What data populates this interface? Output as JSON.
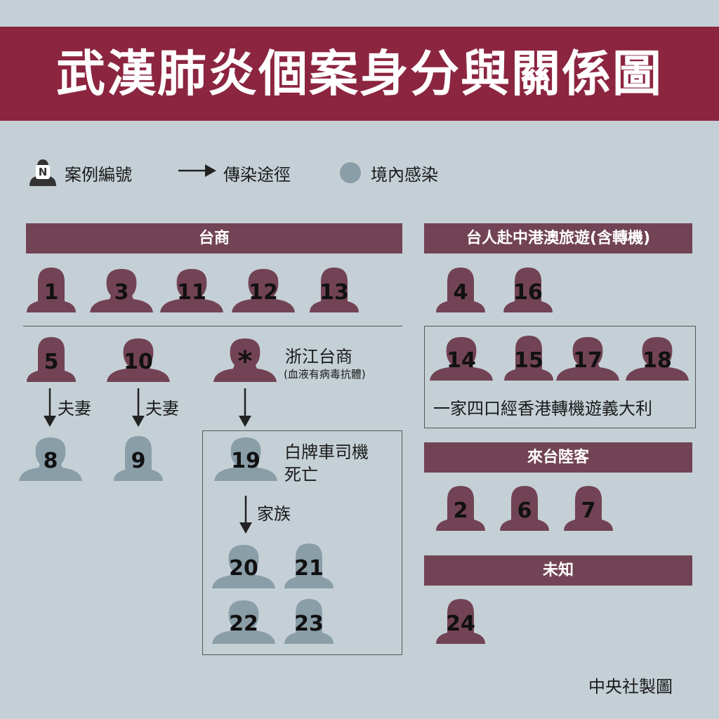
{
  "title": "武漢肺炎個案身分與關係圖",
  "legend": {
    "case_id": "案例編號",
    "case_glyph": "N",
    "transmission": "傳染途徑",
    "local": "境內感染"
  },
  "colors": {
    "title_bar": "#8c2540",
    "group_bar": "#724355",
    "imported": "#724355",
    "local": "#8a9ea8",
    "background": "#c5d0d6"
  },
  "groups": {
    "taishang": {
      "label": "台商"
    },
    "travel": {
      "label": "台人赴中港澳旅遊(含轉機)"
    },
    "mainland": {
      "label": "來台陸客"
    },
    "unknown": {
      "label": "未知"
    }
  },
  "labels": {
    "couple": "夫妻",
    "zhejiang": "浙江台商",
    "zhejiang_note": "(血液有病毒抗體)",
    "driver_line1": "白牌車司機",
    "driver_line2": "死亡",
    "family": "家族",
    "family_travel": "一家四口經香港轉機遊義大利",
    "asterisk": "*"
  },
  "cases": {
    "c1": "1",
    "c3": "3",
    "c11": "11",
    "c12": "12",
    "c13": "13",
    "c4": "4",
    "c16": "16",
    "c5": "5",
    "c10": "10",
    "c8": "8",
    "c9": "9",
    "c14": "14",
    "c15": "15",
    "c17": "17",
    "c18": "18",
    "c19": "19",
    "c20": "20",
    "c21": "21",
    "c22": "22",
    "c23": "23",
    "c2": "2",
    "c6": "6",
    "c7": "7",
    "c24": "24"
  },
  "credit": "中央社製圖"
}
